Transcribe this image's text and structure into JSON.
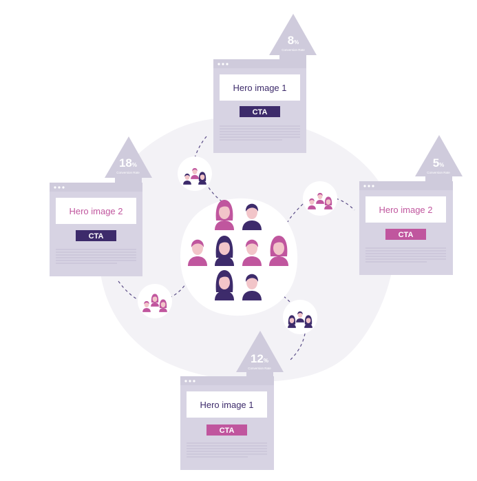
{
  "cards": [
    {
      "id": "top",
      "hero": "Hero image 1",
      "cta": "CTA",
      "percent_value": "8",
      "percent_sign": "%",
      "rate_label": "Conversion Rate",
      "hero_color": "#3d2b6b",
      "cta_color": "#3d2b6b"
    },
    {
      "id": "left",
      "hero": "Hero image 2",
      "cta": "CTA",
      "percent_value": "18",
      "percent_sign": "%",
      "rate_label": "Conversion Rate",
      "hero_color": "#c0569e",
      "cta_color": "#3d2b6b"
    },
    {
      "id": "right",
      "hero": "Hero image 2",
      "cta": "CTA",
      "percent_value": "5",
      "percent_sign": "%",
      "rate_label": "Conversion Rate",
      "hero_color": "#c0569e",
      "cta_color": "#c0569e"
    },
    {
      "id": "bottom",
      "hero": "Hero image 1",
      "cta": "CTA",
      "percent_value": "12",
      "percent_sign": "%",
      "rate_label": "Conversion Rate",
      "hero_color": "#3d2b6b",
      "cta_color": "#c0569e"
    }
  ],
  "colors": {
    "blob": "#f3f2f6",
    "card_frame": "#cfcbdc",
    "card_inner": "#d7d3e3",
    "dark_purple": "#3d2b6b",
    "pink": "#c0569e",
    "skin": "#f2c5c9",
    "dots": "#ffffff",
    "dash": "#5a4c86"
  }
}
